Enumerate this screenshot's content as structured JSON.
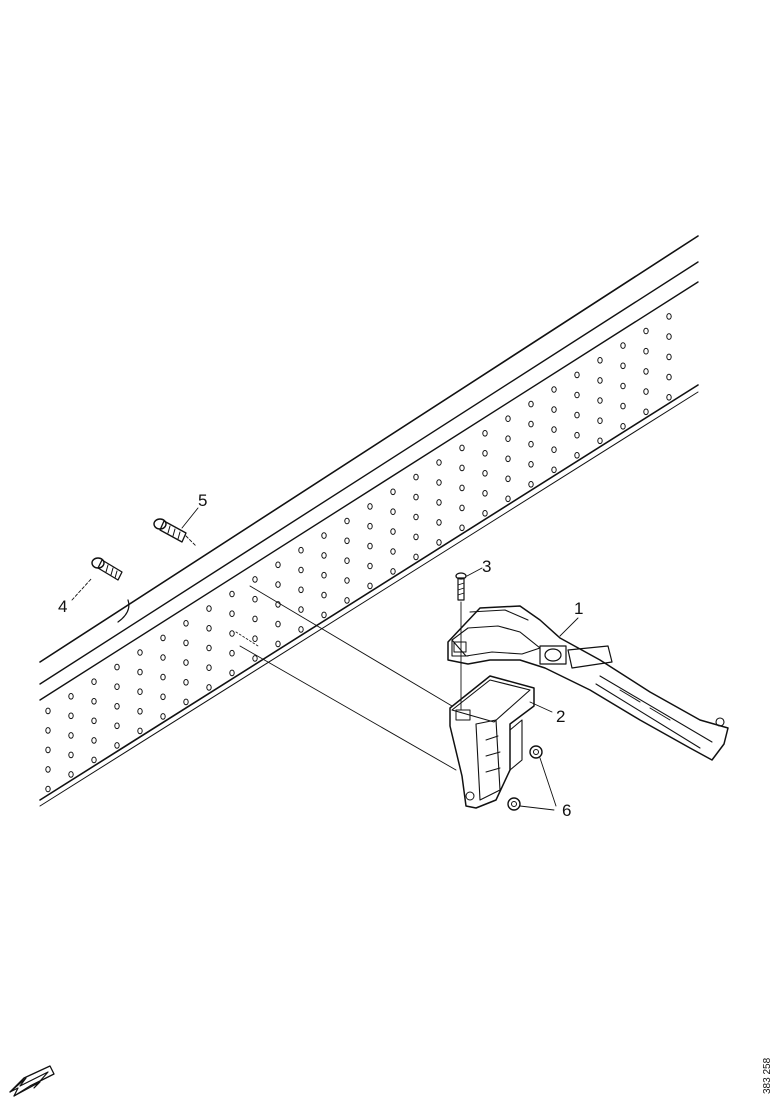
{
  "diagram": {
    "callouts": [
      {
        "id": "1",
        "label": "1"
      },
      {
        "id": "2",
        "label": "2"
      },
      {
        "id": "3",
        "label": "3"
      },
      {
        "id": "4",
        "label": "4"
      },
      {
        "id": "5",
        "label": "5"
      },
      {
        "id": "6",
        "label": "6"
      }
    ],
    "reference_number": "383 258"
  }
}
